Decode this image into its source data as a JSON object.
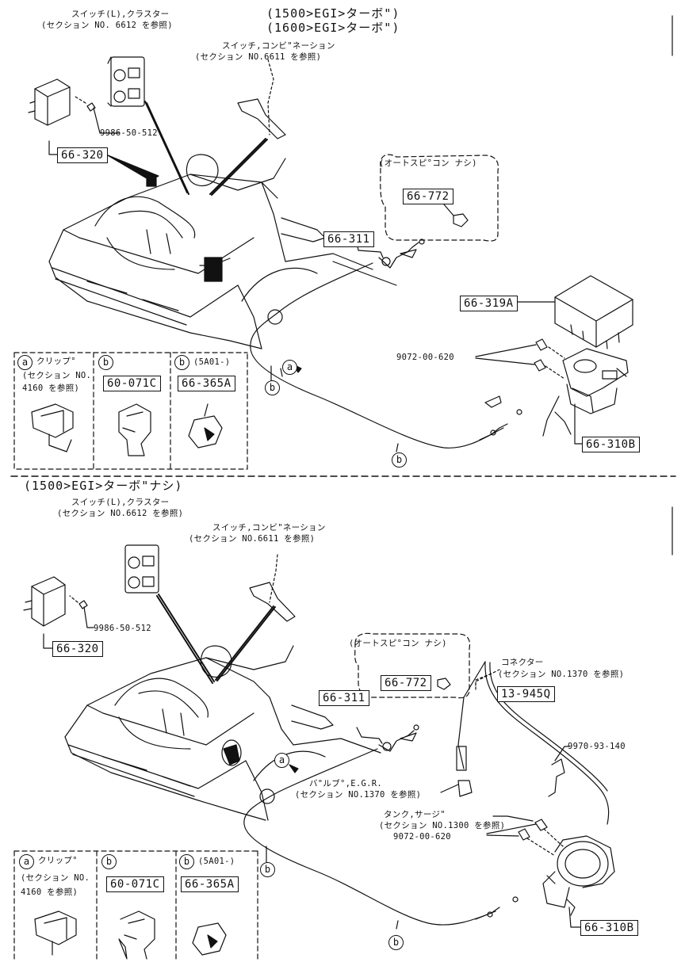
{
  "upper": {
    "header_line1": "(1500>EGI>ターボ\")",
    "header_line2": "(1600>EGI>ターボ\")",
    "switch_l_line1": "スイッチ(L),クラスター",
    "switch_l_line2": "(セクション NO. 6612 を参照)",
    "switch_combo_line1": "スイッチ,コンビ\"ネーション",
    "switch_combo_line2": "(セクション NO.6611 を参照)",
    "bolt_part": "9986-50-512",
    "unit_part": "66-320",
    "auto_speed_label": "(オートスピ°コン ナシ)",
    "nut_part": "66-772",
    "cable_part": "66-311",
    "module_part": "66-319A",
    "screw_part": "9072-00-620",
    "actuator_part": "66-310B",
    "callout_a": "a",
    "callout_b": "b",
    "inset": {
      "a_title": "クリップ°",
      "a_ref1": "(セクション NO.",
      "a_ref2": "4160 を参照)",
      "b_part": "60-071C",
      "b2_note": "(5A01-)",
      "b2_part": "66-365A"
    }
  },
  "lower": {
    "header": "(1500>EGI>ターボ\"ナシ)",
    "switch_l_line1": "スイッチ(L),クラスター",
    "switch_l_line2": "(セクション NO.6612 を参照)",
    "switch_combo_line1": "スイッチ,コンビ\"ネーション",
    "switch_combo_line2": "(セクション NO.6611 を参照)",
    "bolt_part": "9986-50-512",
    "unit_part": "66-320",
    "auto_speed_label": "(オートスピ°コン ナシ)",
    "nut_part": "66-772",
    "cable_part": "66-311",
    "connector_line1": "コネクター",
    "connector_line2": "(セクション NO.1370 を参照)",
    "hose_part": "13-945Q",
    "clip_part": "9970-93-140",
    "valve_line1": "バ\"ルブ°,E.G.R.",
    "valve_line2": "(セクション NO.1370 を参照)",
    "tank_line1": "タンク,サージ\"",
    "tank_line2": "(セクション NO.1300 を参照)",
    "screw_part": "9072-00-620",
    "actuator_part": "66-310B",
    "callout_a": "a",
    "callout_b": "b",
    "inset": {
      "a_title": "クリップ°",
      "a_ref1": "(セクション NO.",
      "a_ref2": "4160 を参照)",
      "b_part": "60-071C",
      "b2_note": "(5A01-)",
      "b2_part": "66-365A"
    }
  }
}
